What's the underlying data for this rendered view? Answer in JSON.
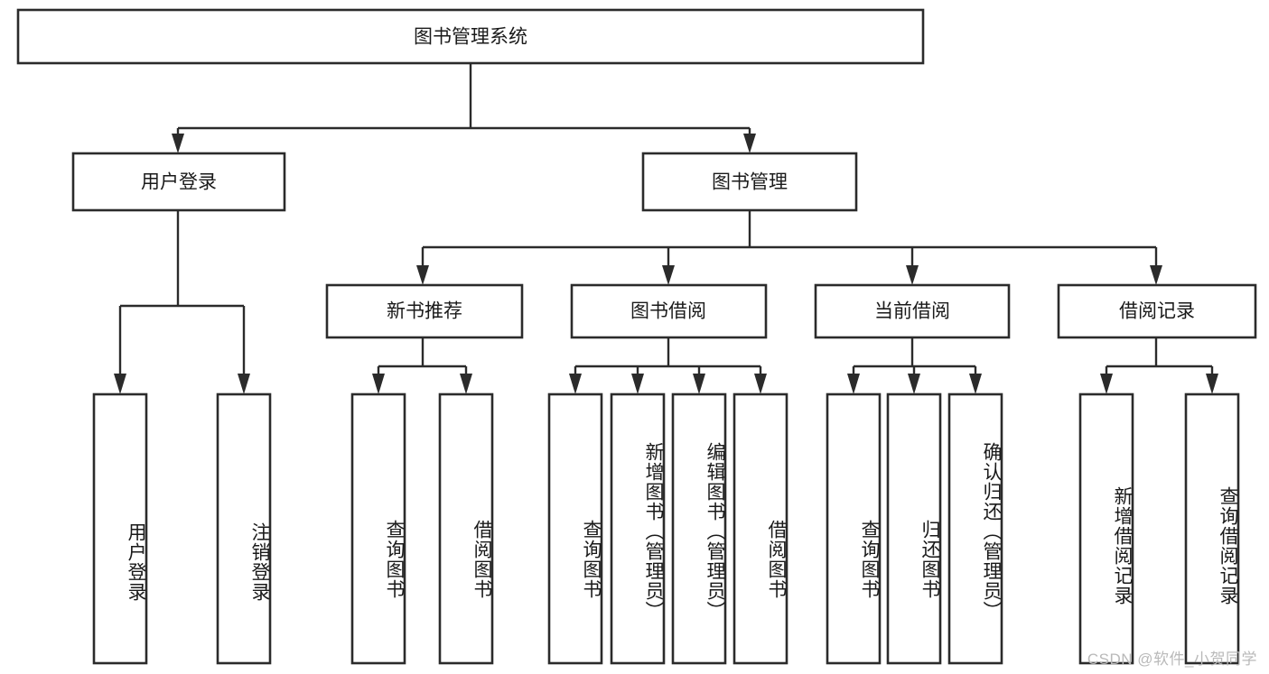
{
  "diagram": {
    "type": "tree-hierarchy-functional-decomposition",
    "title": "图书管理系统",
    "levels": 4,
    "colors": {
      "box_stroke": "#2b2b2b",
      "box_fill": "#ffffff",
      "edge": "#2b2b2b",
      "text": "#1a1a1a",
      "background": "#ffffff",
      "watermark": "#b9b9b9"
    },
    "root": {
      "id": "root",
      "label": "图书管理系统",
      "orientation": "horizontal"
    },
    "level2": [
      {
        "id": "user-login",
        "label": "用户登录",
        "orientation": "horizontal"
      },
      {
        "id": "book-manage",
        "label": "图书管理",
        "orientation": "horizontal"
      }
    ],
    "level3": [
      {
        "id": "new-book-recommend",
        "label": "新书推荐",
        "orientation": "horizontal",
        "parent": "book-manage"
      },
      {
        "id": "book-borrow",
        "label": "图书借阅",
        "orientation": "horizontal",
        "parent": "book-manage"
      },
      {
        "id": "current-borrow",
        "label": "当前借阅",
        "orientation": "horizontal",
        "parent": "book-manage"
      },
      {
        "id": "borrow-record",
        "label": "借阅记录",
        "orientation": "horizontal",
        "parent": "book-manage"
      }
    ],
    "leaves": [
      {
        "id": "leaf-user-login",
        "label": "用户登录",
        "parent": "user-login",
        "orientation": "vertical"
      },
      {
        "id": "leaf-logout-login",
        "label": "注销登录",
        "parent": "user-login",
        "orientation": "vertical"
      },
      {
        "id": "leaf-query-book-1",
        "label": "查询图书",
        "parent": "new-book-recommend",
        "orientation": "vertical"
      },
      {
        "id": "leaf-borrow-book-1",
        "label": "借阅图书",
        "parent": "new-book-recommend",
        "orientation": "vertical"
      },
      {
        "id": "leaf-query-book-2",
        "label": "查询图书",
        "parent": "book-borrow",
        "orientation": "vertical"
      },
      {
        "id": "leaf-add-book",
        "label": "新增图书（管理员）",
        "parent": "book-borrow",
        "orientation": "vertical"
      },
      {
        "id": "leaf-edit-book",
        "label": "编辑图书（管理员）",
        "parent": "book-borrow",
        "orientation": "vertical"
      },
      {
        "id": "leaf-borrow-book-2",
        "label": "借阅图书",
        "parent": "book-borrow",
        "orientation": "vertical"
      },
      {
        "id": "leaf-query-book-3",
        "label": "查询图书",
        "parent": "current-borrow",
        "orientation": "vertical"
      },
      {
        "id": "leaf-return-book",
        "label": "归还图书",
        "parent": "current-borrow",
        "orientation": "vertical"
      },
      {
        "id": "leaf-confirm-return",
        "label": "确认归还（管理员）",
        "parent": "current-borrow",
        "orientation": "vertical"
      },
      {
        "id": "leaf-add-record",
        "label": "新增借阅记录",
        "parent": "borrow-record",
        "orientation": "vertical"
      },
      {
        "id": "leaf-query-record",
        "label": "查询借阅记录",
        "parent": "borrow-record",
        "orientation": "vertical"
      }
    ]
  },
  "watermark": {
    "text": "CSDN @软件_小贺同学"
  }
}
